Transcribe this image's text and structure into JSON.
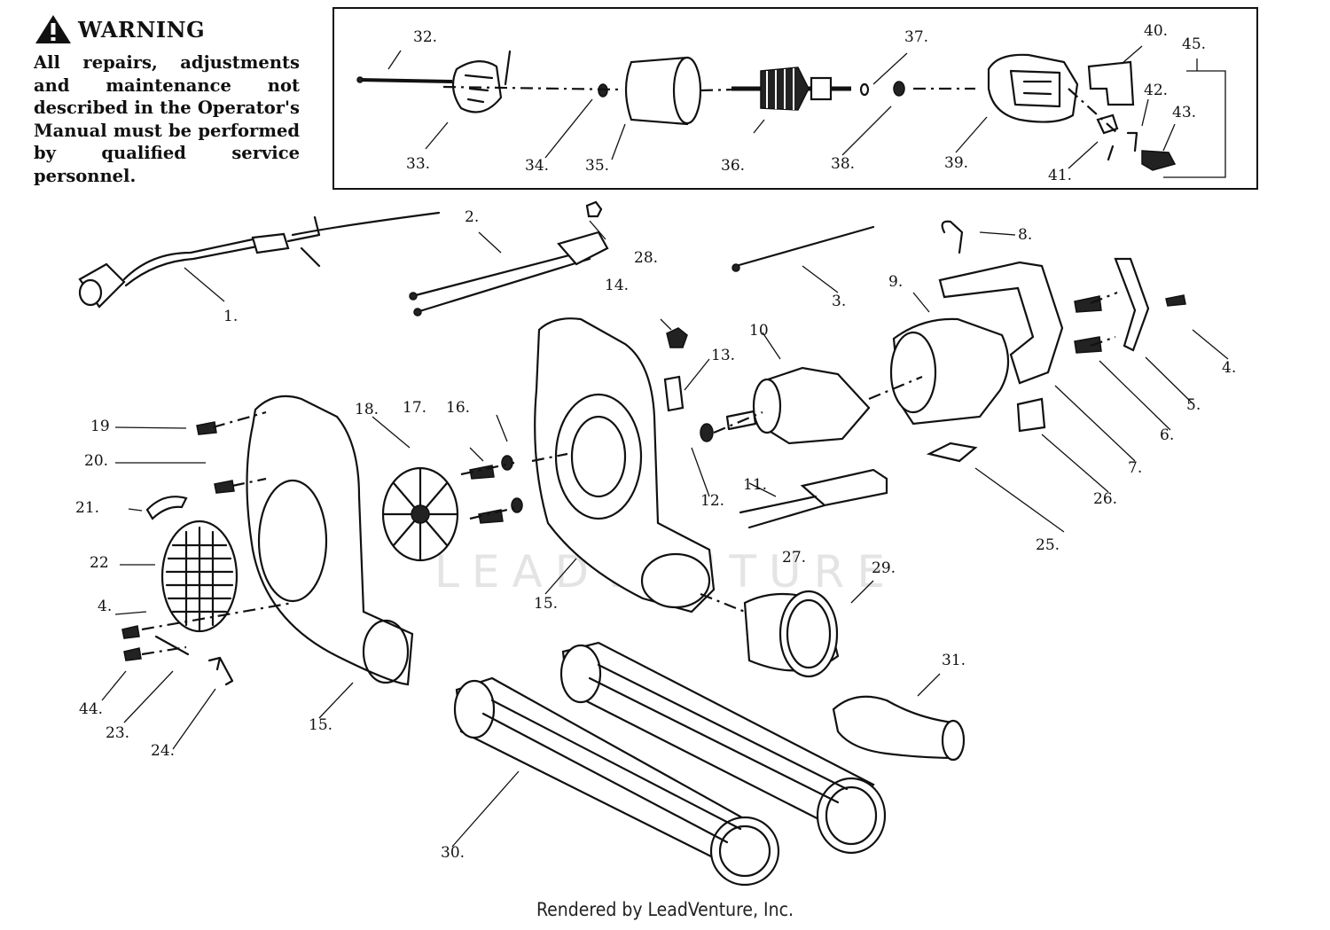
{
  "warning": {
    "title": "WARNING",
    "text": "All repairs, adjustments and maintenance not described in the Operator's Manual must be performed by qualified service personnel."
  },
  "watermark": "LEADVENTURE",
  "footer": "Rendered by LeadVenture, Inc.",
  "callouts": {
    "c1": "1.",
    "c2": "2.",
    "c3": "3.",
    "c4a": "4.",
    "c4b": "4.",
    "c5": "5.",
    "c6": "6.",
    "c7": "7.",
    "c8": "8.",
    "c9": "9.",
    "c10": "10",
    "c11": "11.",
    "c12": "12.",
    "c13": "13.",
    "c14": "14.",
    "c15a": "15.",
    "c15b": "15.",
    "c16": "16.",
    "c17": "17.",
    "c18": "18.",
    "c19": "19",
    "c20": "20.",
    "c21": "21.",
    "c22": "22",
    "c23": "23.",
    "c24": "24.",
    "c25": "25.",
    "c26": "26.",
    "c27": "27.",
    "c28": "28.",
    "c29": "29.",
    "c30": "30.",
    "c31": "31.",
    "c32": "32.",
    "c33": "33.",
    "c34": "34.",
    "c35": "35.",
    "c36": "36.",
    "c37": "37.",
    "c38": "38.",
    "c39": "39.",
    "c40": "40.",
    "c41": "41.",
    "c42": "42.",
    "c43": "43.",
    "c44": "44.",
    "c45": "45."
  }
}
